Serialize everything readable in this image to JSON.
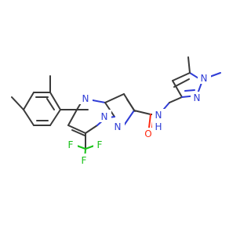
{
  "molecule": {
    "atoms": {
      "n_ring_top": "N",
      "n_ring_bridge": "N",
      "n_ring_pyrazole": "N",
      "n_amide": "N",
      "h_amide": "H",
      "o_carbonyl": "O",
      "n_pz_methyl": "N",
      "n_pz_imine": "N",
      "f_top": "F",
      "f_left": "F",
      "f_right": "F"
    },
    "colors": {
      "carbon_bond": "#3a3a3a",
      "nitrogen": "#2f3cd6",
      "oxygen": "#ff2a12",
      "fluorine": "#17c117",
      "background": "#ffffff"
    }
  }
}
